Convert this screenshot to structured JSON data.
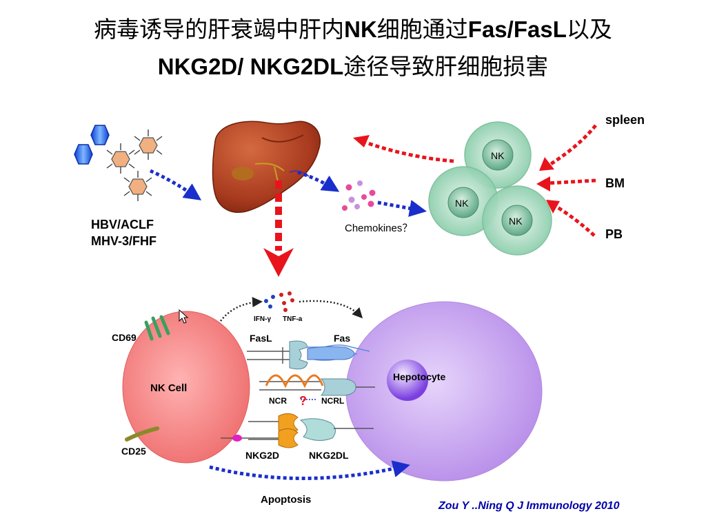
{
  "title": {
    "line1_a": "病毒诱导的肝衰竭中肝内",
    "line1_b": "NK",
    "line1_c": "细胞通过",
    "line1_d": "Fas/FasL",
    "line1_e": "以及",
    "line2_a": "NKG2D/ NKG2DL",
    "line2_b": "途径导致肝细胞损害"
  },
  "labels": {
    "spleen": "spleen",
    "bm": "BM",
    "pb": "PB",
    "virus_line1": "HBV/ACLF",
    "virus_line2": "MHV-3/FHF",
    "chemokines": "Chemokines？",
    "nk_1": "NK",
    "nk_2": "NK",
    "nk_3": "NK",
    "ifn": "IFN-γ",
    "tnf": "TNF-a",
    "cd69": "CD69",
    "cd25": "CD25",
    "nk_cell": "NK Cell",
    "hepatocyte": "Hepotocyte",
    "fasl": "FasL",
    "fas": "Fas",
    "ncr": "NCR",
    "ncrl": "NCRL",
    "question": "?",
    "nkg2d": "NKG2D",
    "nkg2dl": "NKG2DL",
    "apoptosis": "Apoptosis"
  },
  "citation": "Zou Y ..Ning Q  J  Immunology 2010",
  "colors": {
    "red_arrow": "#e8141c",
    "blue_arrow": "#1a2ecc",
    "nk_green": "#9fd8b8",
    "nk_cell_red": "#f58080",
    "hepatocyte_purple": "#c9a6f2",
    "liver": "#a83a1e",
    "citation_blue": "#0000aa"
  }
}
